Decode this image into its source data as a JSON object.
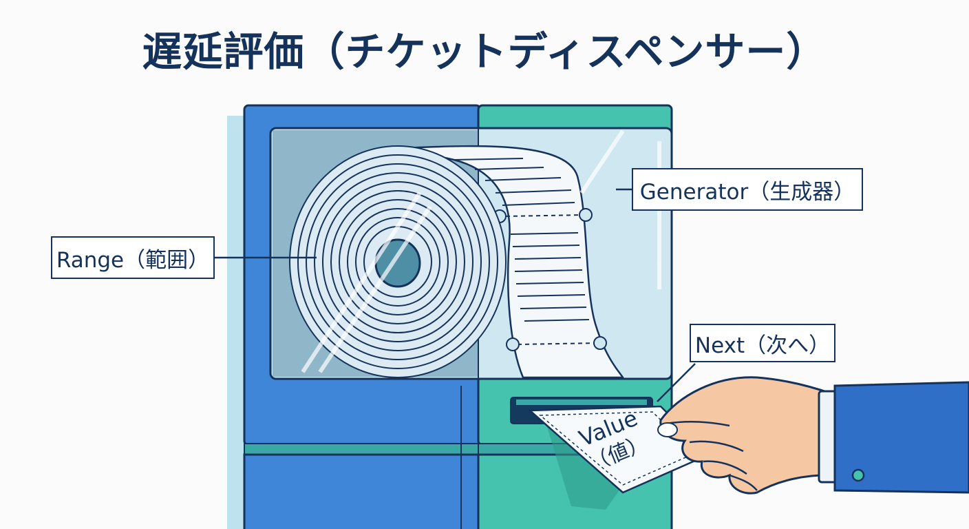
{
  "title": "遅延評価（チケットディスペンサー）",
  "labels": {
    "range": "Range（範囲）",
    "generator": "Generator（生成器）",
    "next": "Next（次へ）",
    "ticket_value": "Value",
    "ticket_value_jp": "（値）"
  },
  "colors": {
    "navy": "#14325a",
    "blue_panel": "#3f86d8",
    "teal_panel": "#45c3ae",
    "glass": "#cfe7f1",
    "skin": "#f6c7a3",
    "sleeve": "#2f6fc8"
  }
}
